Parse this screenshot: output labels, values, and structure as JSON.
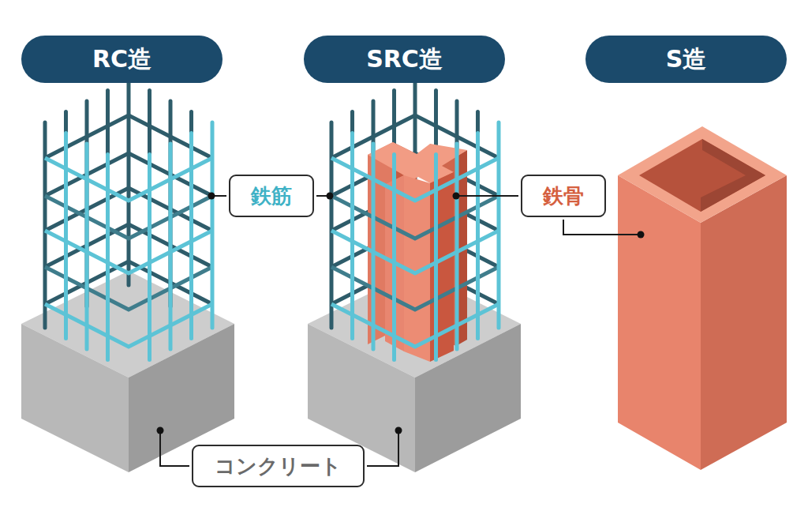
{
  "diagram": {
    "nodes": [
      {
        "text": [
          "RC造"
        ]
      },
      {
        "text": [
          "SRC造"
        ]
      },
      {
        "text": [
          "S造"
        ]
      },
      {
        "text": [
          "鉄筋"
        ]
      },
      {
        "text": [
          "鉄骨"
        ]
      },
      {
        "text": [
          "コンクリート"
        ]
      }
    ]
  }
}
